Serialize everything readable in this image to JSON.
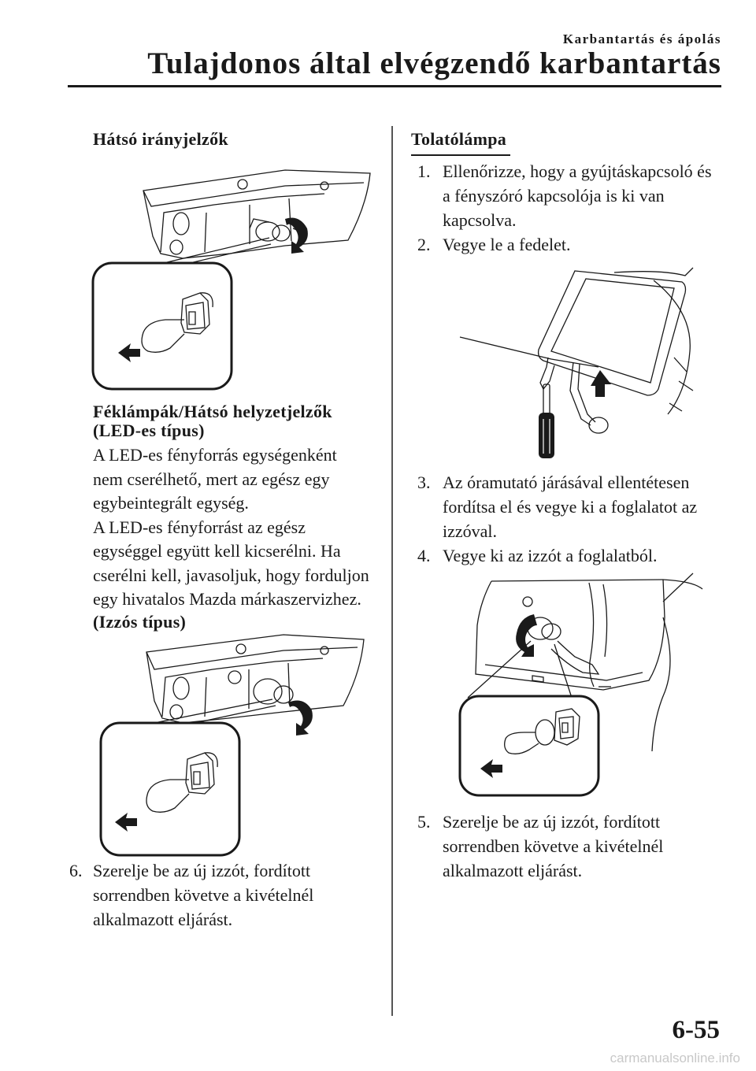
{
  "header": {
    "section": "Karbantartás és ápolás",
    "title": "Tulajdonos által elvégzendő karbantartás"
  },
  "left": {
    "rear_turn_heading": "Hátsó irányjelzők",
    "brake_heading": "Féklámpák/Hátsó helyzetjelzők",
    "led_type": "(LED-es típus)",
    "led_text": [
      "A LED-es fényforrás egységenként",
      "nem cserélhető, mert az egész egy",
      "egybeintegrált egység.",
      "A LED-es fényforrást az egész",
      "egységgel együtt kell kicserélni. Ha",
      "cserélni kell, javasoljuk, hogy forduljon",
      "egy hivatalos Mazda márkaszervizhez."
    ],
    "bulb_type": "(Izzós típus)",
    "step6": {
      "number": "6.",
      "lines": [
        "Szerelje be az új izzót, fordított",
        "sorrendben követve a kivételnél",
        "alkalmazott eljárást."
      ]
    }
  },
  "right": {
    "reverse_heading": "Tolatólámpa",
    "step1": {
      "number": "1.",
      "lines": [
        "Ellenőrizze, hogy a gyújtáskapcsoló és",
        "a fényszóró kapcsolója is ki van",
        "kapcsolva."
      ]
    },
    "step2": {
      "number": "2.",
      "lines": [
        "Vegye le a fedelet."
      ]
    },
    "step3": {
      "number": "3.",
      "lines": [
        "Az óramutató járásával ellentétesen",
        "fordítsa el és vegye ki a foglalatot az",
        "izzóval."
      ]
    },
    "step4": {
      "number": "4.",
      "lines": [
        "Vegye ki az izzót a foglalatból."
      ]
    },
    "step5": {
      "number": "5.",
      "lines": [
        "Szerelje be az új izzót, fordított",
        "sorrendben követve a kivételnél",
        "alkalmazott eljárást."
      ]
    }
  },
  "footer": {
    "page_number": "6-55",
    "watermark": "carmanualsonline.info"
  }
}
